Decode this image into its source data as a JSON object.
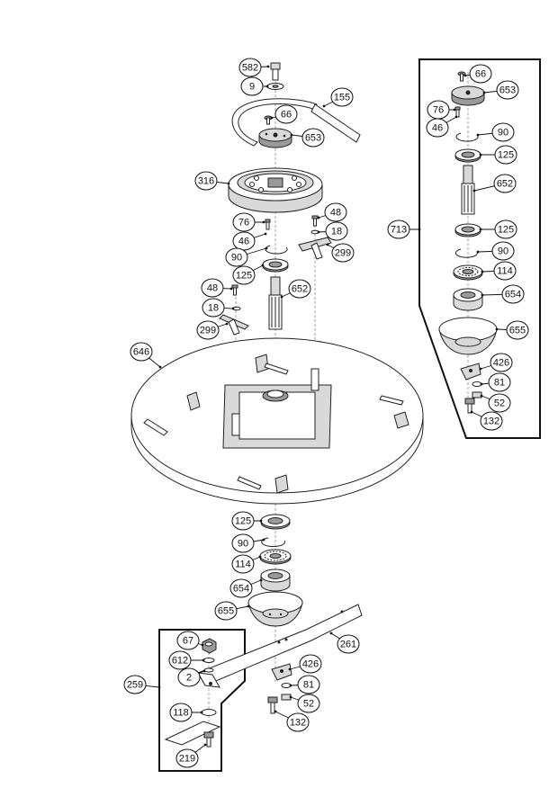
{
  "callouts": [
    {
      "id": "c582",
      "label": "582"
    },
    {
      "id": "c9",
      "label": "9"
    },
    {
      "id": "c155",
      "label": "155"
    },
    {
      "id": "c66a",
      "label": "66"
    },
    {
      "id": "c653a",
      "label": "653"
    },
    {
      "id": "c316",
      "label": "316"
    },
    {
      "id": "c76a",
      "label": "76"
    },
    {
      "id": "c46a",
      "label": "46"
    },
    {
      "id": "c90a",
      "label": "90"
    },
    {
      "id": "c125a",
      "label": "125"
    },
    {
      "id": "c48a",
      "label": "48"
    },
    {
      "id": "c18a",
      "label": "18"
    },
    {
      "id": "c299a",
      "label": "299"
    },
    {
      "id": "c48b",
      "label": "48"
    },
    {
      "id": "c652a",
      "label": "652"
    },
    {
      "id": "c18b",
      "label": "18"
    },
    {
      "id": "c299b",
      "label": "299"
    },
    {
      "id": "c646",
      "label": "646"
    },
    {
      "id": "c125b",
      "label": "125"
    },
    {
      "id": "c90b",
      "label": "90"
    },
    {
      "id": "c114a",
      "label": "114"
    },
    {
      "id": "c654a",
      "label": "654"
    },
    {
      "id": "c655a",
      "label": "655"
    },
    {
      "id": "c261",
      "label": "261"
    },
    {
      "id": "c67",
      "label": "67"
    },
    {
      "id": "c612",
      "label": "612"
    },
    {
      "id": "c2",
      "label": "2"
    },
    {
      "id": "c259",
      "label": "259"
    },
    {
      "id": "c426a",
      "label": "426"
    },
    {
      "id": "c81a",
      "label": "81"
    },
    {
      "id": "c52a",
      "label": "52"
    },
    {
      "id": "c132a",
      "label": "132"
    },
    {
      "id": "c118",
      "label": "118"
    },
    {
      "id": "c219",
      "label": "219"
    },
    {
      "id": "c66b",
      "label": "66"
    },
    {
      "id": "c653b",
      "label": "653"
    },
    {
      "id": "c76b",
      "label": "76"
    },
    {
      "id": "c46b",
      "label": "46"
    },
    {
      "id": "c90c",
      "label": "90"
    },
    {
      "id": "c125c",
      "label": "125"
    },
    {
      "id": "c652b",
      "label": "652"
    },
    {
      "id": "c713",
      "label": "713"
    },
    {
      "id": "c125d",
      "label": "125"
    },
    {
      "id": "c90d",
      "label": "90"
    },
    {
      "id": "c114b",
      "label": "114"
    },
    {
      "id": "c654b",
      "label": "654"
    },
    {
      "id": "c655b",
      "label": "655"
    },
    {
      "id": "c426b",
      "label": "426"
    },
    {
      "id": "c81b",
      "label": "81"
    },
    {
      "id": "c52b",
      "label": "52"
    },
    {
      "id": "c132b",
      "label": "132"
    }
  ]
}
